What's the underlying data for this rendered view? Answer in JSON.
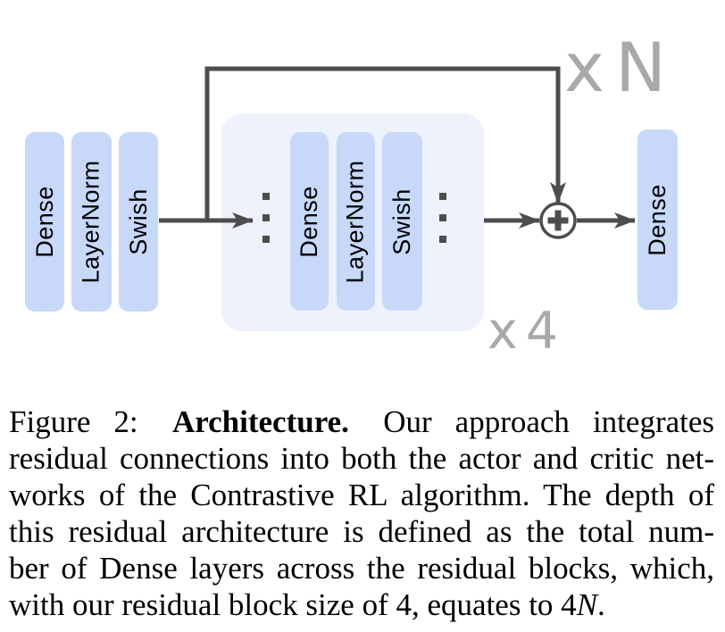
{
  "figure": {
    "diagram": {
      "input_stack": [
        "Dense",
        "LayerNorm",
        "Swish"
      ],
      "residual_block": {
        "layers": [
          "Dense",
          "LayerNorm",
          "Swish"
        ],
        "repeat_prefix": "x",
        "repeat_count": "4"
      },
      "outer_repeat_prefix": "x",
      "outer_repeat_count": "N",
      "sum_symbol": "+",
      "output_layer": "Dense",
      "colors": {
        "layer_fill": "#c7d8f8",
        "container_fill": "#edf2fd",
        "arrow": "#4d4d4d",
        "repeat_label": "#a9a9a9",
        "sum_fill": "#ffffff",
        "label_text": "#000000"
      }
    },
    "caption": {
      "line1_label": "Figure 2:",
      "line1_bold": "Architecture.",
      "line1_rest": "Our approach integrates",
      "line2": "residual connections into both the actor and critic net-",
      "line3": "works of the Contrastive RL algorithm. The depth of",
      "line4": "this residual architecture is defined as the total num-",
      "line5": "ber of Dense layers across the residual blocks, which,",
      "line6_pre": "with our residual block size of 4, equates to 4",
      "line6_math": "N",
      "line6_post": "."
    }
  }
}
